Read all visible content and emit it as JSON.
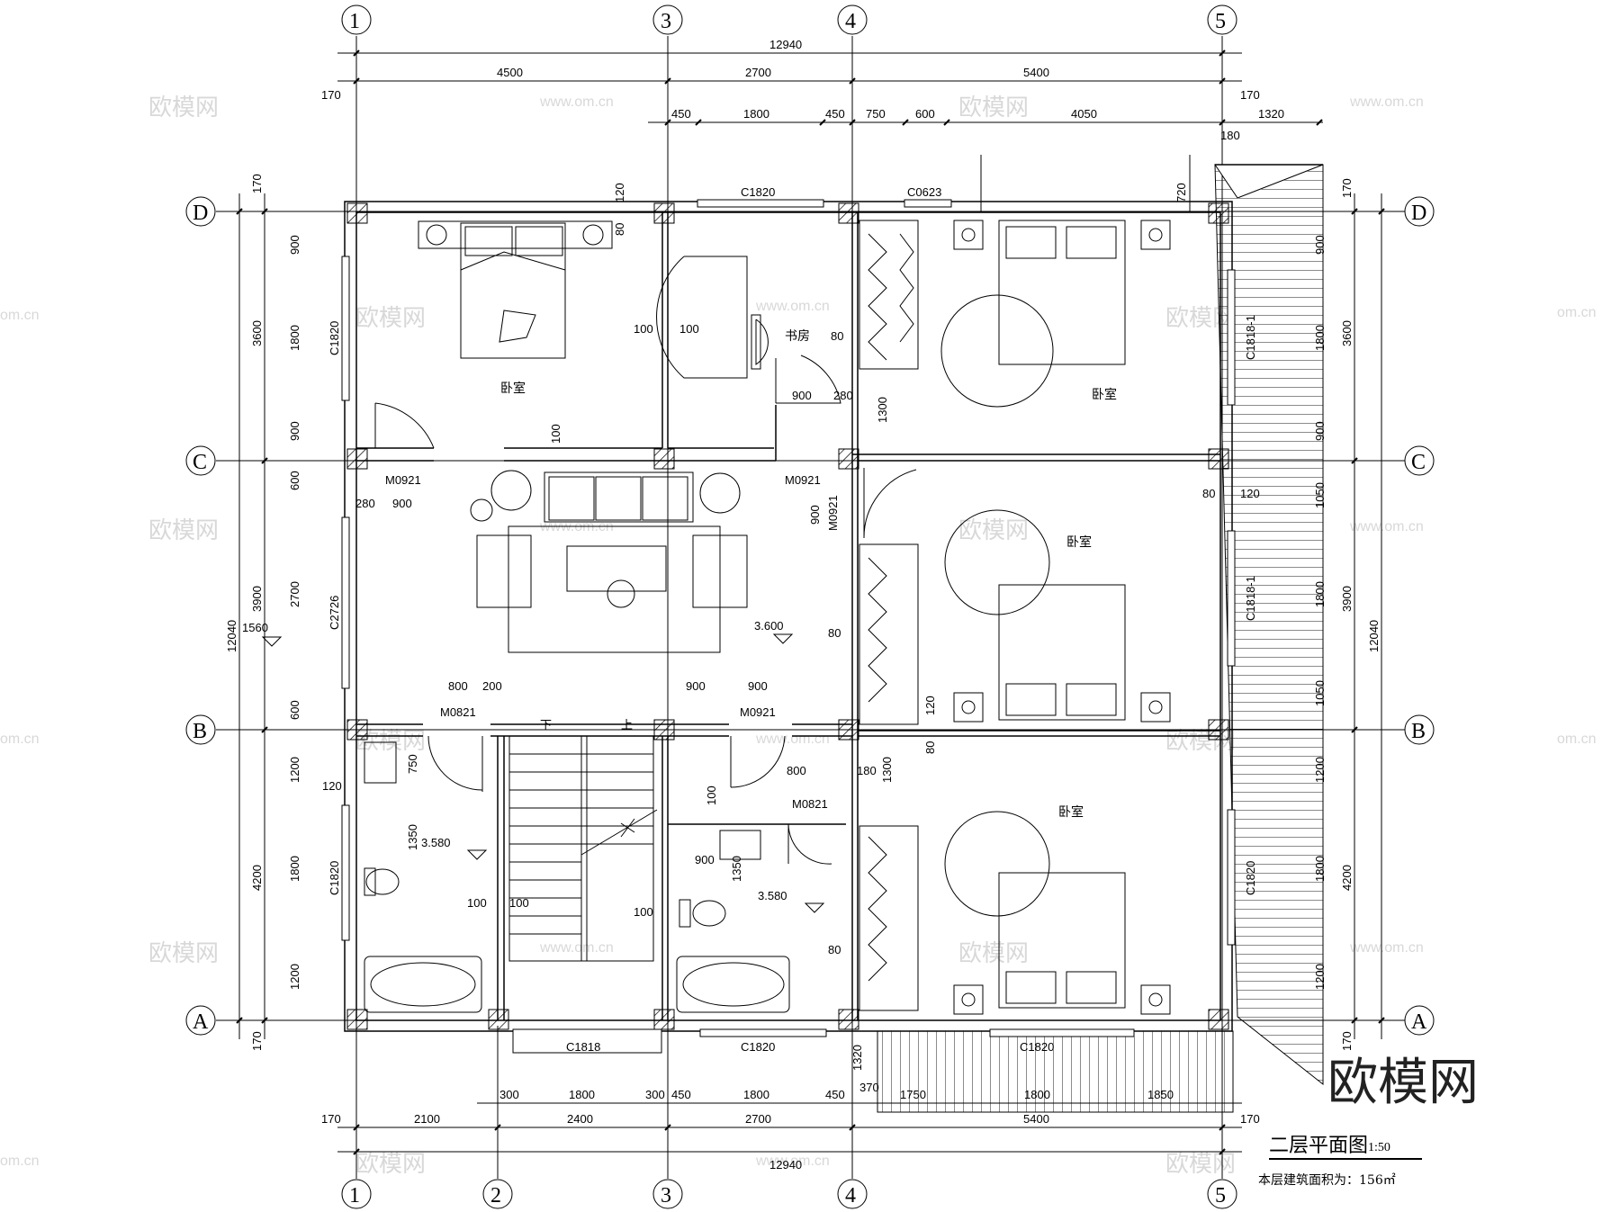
{
  "drawing": {
    "title": "二层平面图",
    "scale": "1:50",
    "area_note": "本层建筑面积为：156㎡",
    "logo_text": "欧模网",
    "watermark": {
      "cn": "欧模网",
      "url": "www.om.cn",
      "short": "om.cn"
    }
  },
  "axes": {
    "vertical": [
      "1",
      "2",
      "3",
      "4",
      "5"
    ],
    "horizontal": [
      "A",
      "B",
      "C",
      "D"
    ]
  },
  "dimensions": {
    "top_total": "12940",
    "top_bays": [
      "4500",
      "2700",
      "5400"
    ],
    "top_details": [
      "450",
      "1800",
      "450",
      "750",
      "600",
      "4050",
      "1320",
      "180"
    ],
    "top_edge": "170",
    "bottom_total": "12940",
    "bottom_bays": [
      "2100",
      "2400",
      "2700",
      "5400"
    ],
    "bottom_details": [
      "300",
      "1800",
      "300",
      "450",
      "1800",
      "450",
      "1750",
      "1800",
      "1850",
      "370"
    ],
    "bottom_edge": "170",
    "left_total": "12040",
    "left_bays": [
      "4200",
      "3900",
      "3600"
    ],
    "left_details": [
      "1200",
      "1800",
      "1200",
      "600",
      "2700",
      "600",
      "900",
      "1800",
      "900"
    ],
    "left_edge": "170",
    "right_total": "12040",
    "right_bays": [
      "4200",
      "3900",
      "3600"
    ],
    "right_details": [
      "1200",
      "1800",
      "1200",
      "1050",
      "1800",
      "1050",
      "900",
      "1800",
      "900"
    ],
    "right_edge": "170",
    "misc": [
      "120",
      "80",
      "100",
      "280",
      "900",
      "1300",
      "800",
      "200",
      "180",
      "750",
      "1350",
      "1320",
      "720",
      "1560"
    ]
  },
  "windows": [
    "C1820",
    "C0623",
    "C1818",
    "C2726",
    "C1818-1"
  ],
  "doors": [
    "M0921",
    "M0821"
  ],
  "rooms": {
    "bedroom": "卧室",
    "study": "书房"
  },
  "levels": [
    "3.600",
    "3.580"
  ],
  "stairs": {
    "down": "下",
    "up": "上"
  }
}
